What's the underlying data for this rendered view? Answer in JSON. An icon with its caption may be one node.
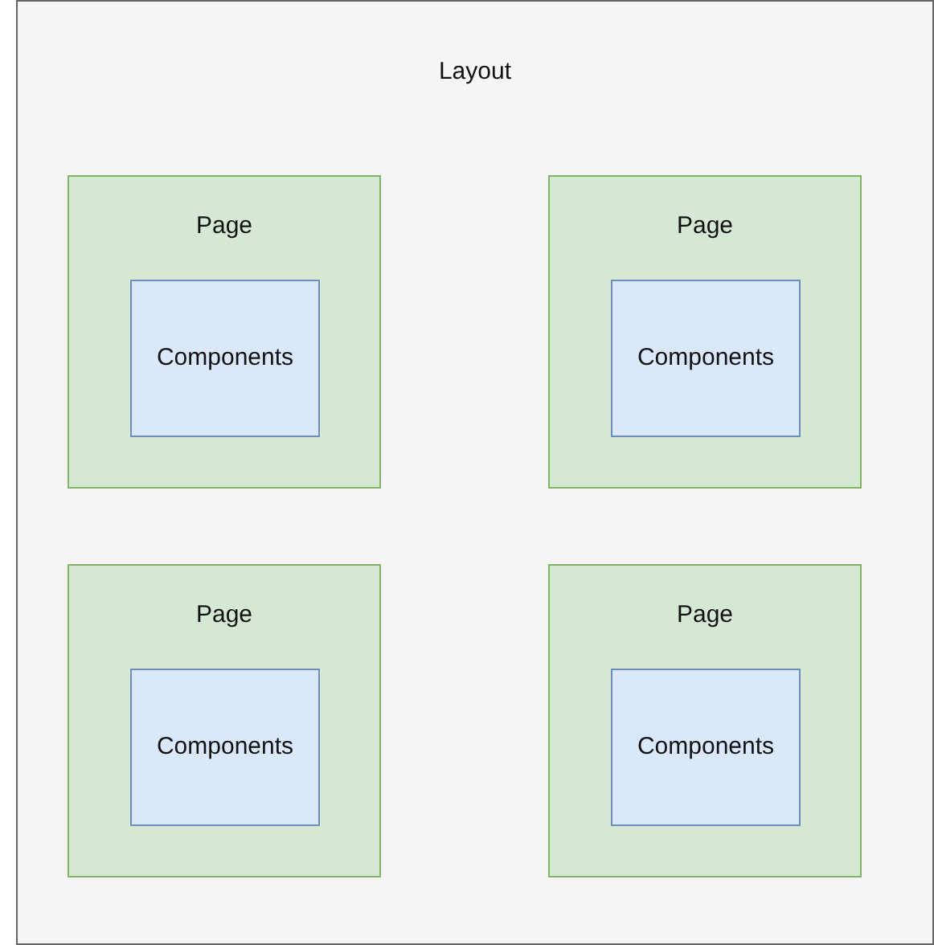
{
  "diagram": {
    "nodes": [
      {
        "text": [
          "Layout"
        ]
      },
      {
        "text": [
          "Page"
        ],
        "in": 0
      },
      {
        "text": [
          "Components"
        ],
        "in": 1
      },
      {
        "text": [
          "Page"
        ],
        "in": 0
      },
      {
        "text": [
          "Components"
        ],
        "in": 3
      },
      {
        "text": [
          "Page"
        ],
        "in": 0
      },
      {
        "text": [
          "Components"
        ],
        "in": 5
      },
      {
        "text": [
          "Page"
        ],
        "in": 0
      },
      {
        "text": [
          "Components"
        ],
        "in": 7
      }
    ]
  }
}
